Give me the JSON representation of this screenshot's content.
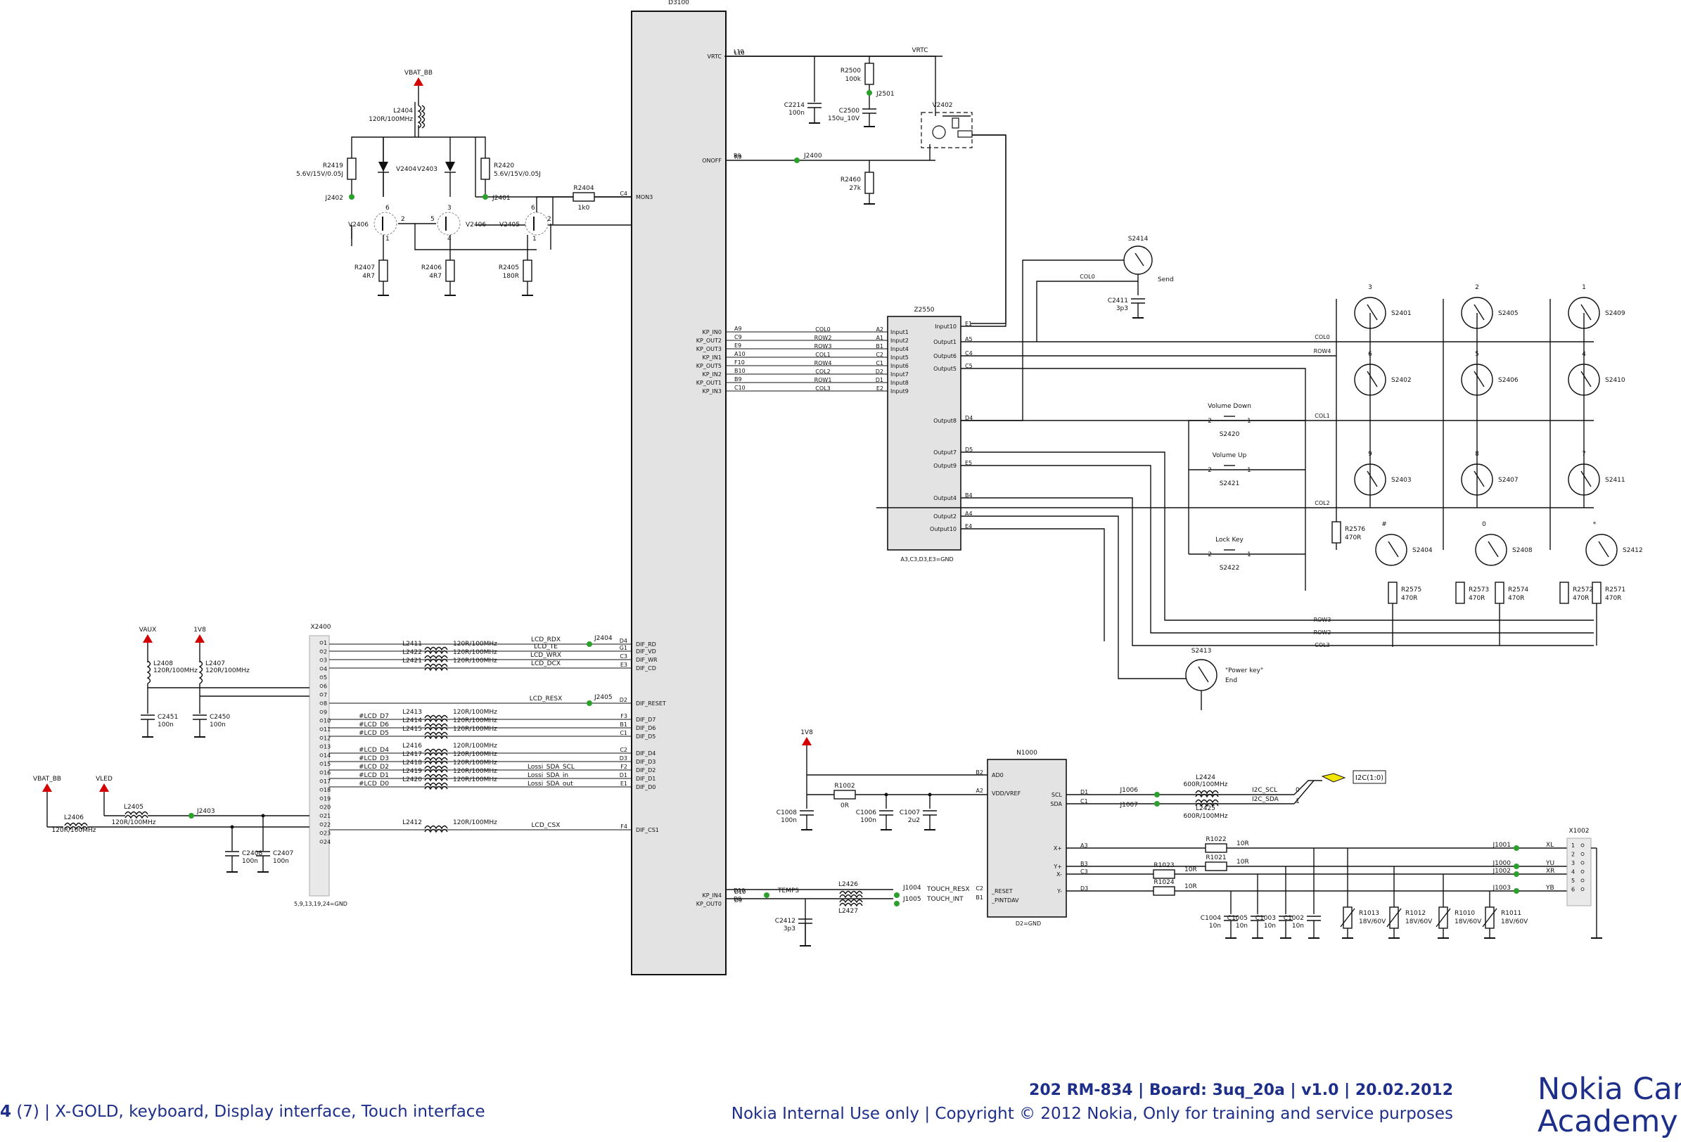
{
  "ic": {
    "d3100": {
      "ref": "D3100",
      "left_pins": [
        {
          "sig": "VRTC",
          "pin": "L10"
        },
        {
          "sig": "ONOFF",
          "pin": "R9"
        },
        {
          "sig": "KP_IN0",
          "pin": "A9"
        },
        {
          "sig": "KP_OUT2",
          "pin": "C9"
        },
        {
          "sig": "KP_OUT3",
          "pin": "E9"
        },
        {
          "sig": "KP_IN1",
          "pin": "A10"
        },
        {
          "sig": "KP_OUT5",
          "pin": "F10"
        },
        {
          "sig": "KP_IN2",
          "pin": "B10"
        },
        {
          "sig": "KP_OUT1",
          "pin": "B9"
        },
        {
          "sig": "KP_IN3",
          "pin": "C10"
        },
        {
          "sig": "KP_IN4",
          "pin": "D10"
        },
        {
          "sig": "KP_OUT0",
          "pin": "D9"
        }
      ],
      "right_pins": [
        {
          "sig": "MON3",
          "pin": "C4"
        },
        {
          "sig": "DIF_RD",
          "pin": "D4"
        },
        {
          "sig": "DIF_VD",
          "pin": "G1"
        },
        {
          "sig": "DIF_WR",
          "pin": "C3"
        },
        {
          "sig": "DIF_CD",
          "pin": "E3"
        },
        {
          "sig": "DIF_RESET",
          "pin": "D2"
        },
        {
          "sig": "DIF_D7",
          "pin": "F3"
        },
        {
          "sig": "DIF_D6",
          "pin": "B1"
        },
        {
          "sig": "DIF_D5",
          "pin": "C1"
        },
        {
          "sig": "DIF_D4",
          "pin": "C2"
        },
        {
          "sig": "DIF_D3",
          "pin": "D3"
        },
        {
          "sig": "DIF_D2",
          "pin": "F2"
        },
        {
          "sig": "DIF_D1",
          "pin": "D1"
        },
        {
          "sig": "DIF_D0",
          "pin": "E1"
        },
        {
          "sig": "DIF_CS1",
          "pin": "F4"
        }
      ]
    },
    "z2550": {
      "ref": "Z2550",
      "note": "A3,C3,D3,E3=GND",
      "inputs": [
        {
          "name": "Input1",
          "pin": "A2",
          "net": "COL0"
        },
        {
          "name": "Input2",
          "pin": "A1",
          "net": "ROW2"
        },
        {
          "name": "Input4",
          "pin": "B1",
          "net": "ROW3"
        },
        {
          "name": "Input5",
          "pin": "C2",
          "net": "COL1"
        },
        {
          "name": "Input6",
          "pin": "C1",
          "net": "ROW4"
        },
        {
          "name": "Input7",
          "pin": "D2",
          "net": "COL2"
        },
        {
          "name": "Input8",
          "pin": "D1",
          "net": "ROW1"
        },
        {
          "name": "Input9",
          "pin": "E2",
          "net": "COL3"
        }
      ],
      "outputs": [
        {
          "name": "Input10",
          "pin": "E1"
        },
        {
          "name": "Output1",
          "pin": "A5"
        },
        {
          "name": "Output6",
          "pin": "C4"
        },
        {
          "name": "Output5",
          "pin": "C5"
        },
        {
          "name": "Output8",
          "pin": "D4"
        },
        {
          "name": "Output7",
          "pin": "D5"
        },
        {
          "name": "Output9",
          "pin": "E5"
        },
        {
          "name": "Output4",
          "pin": "B4"
        },
        {
          "name": "Output2",
          "pin": "A4"
        },
        {
          "name": "Output10",
          "pin": "E4"
        }
      ]
    },
    "n1000": {
      "ref": "N1000",
      "note": "D2=GND",
      "pins": [
        {
          "sig": "AD0",
          "pin": "B2"
        },
        {
          "sig": "VDD/VREF",
          "pin": "A2"
        },
        {
          "sig": "SCL",
          "pin": "D1"
        },
        {
          "sig": "SDA",
          "pin": "C1"
        },
        {
          "sig": "X+",
          "pin": "A3"
        },
        {
          "sig": "Y+",
          "pin": "B3"
        },
        {
          "sig": "X-",
          "pin": "C3"
        },
        {
          "sig": "Y-",
          "pin": "D3"
        },
        {
          "sig": "_RESET",
          "pin": "C2"
        },
        {
          "sig": "_PINTDAV",
          "pin": "B1"
        }
      ]
    },
    "x2400": {
      "ref": "X2400",
      "note": "5,9,13,19,24=GND",
      "pins": [
        "1",
        "2",
        "3",
        "4",
        "5",
        "6",
        "7",
        "8",
        "9",
        "10",
        "11",
        "12",
        "13",
        "14",
        "15",
        "16",
        "17",
        "18",
        "19",
        "20",
        "21",
        "22",
        "23",
        "24"
      ]
    },
    "x1002": {
      "ref": "X1002",
      "pins": [
        "1",
        "2",
        "3",
        "4",
        "5",
        "6"
      ]
    }
  },
  "power": {
    "vbat_bb": "VBAT_BB",
    "vrtc": "VRTC",
    "vaux": "VAUX",
    "v1v8": "1V8",
    "vled": "VLED",
    "i2c_bus": "I2C(1:0)"
  },
  "components": {
    "l2404": {
      "ref": "L2404",
      "val": "120R/100MHz"
    },
    "r2419": {
      "ref": "R2419",
      "val": "5.6V/15V/0.05J"
    },
    "r2420": {
      "ref": "R2420",
      "val": "5.6V/15V/0.05J"
    },
    "v2404": "V2404",
    "v2403": "V2403",
    "v2406a": "V2406",
    "v2406b": "V2406",
    "v2405": "V2405",
    "j2402": "J2402",
    "j2401": "J2401",
    "r2404": {
      "ref": "R2404",
      "val": "1k0"
    },
    "r2407": {
      "ref": "R2407",
      "val": "4R7"
    },
    "r2406": {
      "ref": "R2406",
      "val": "4R7"
    },
    "r2405": {
      "ref": "R2405",
      "val": "180R"
    },
    "r2500": {
      "ref": "R2500",
      "val": "100k"
    },
    "j2501": "J2501",
    "c2214": {
      "ref": "C2214",
      "val": "100n"
    },
    "c2500": {
      "ref": "C2500",
      "val": "150u_10V"
    },
    "v2402": "V2402",
    "j2400": "J2400",
    "r2460": {
      "ref": "R2460",
      "val": "27k"
    },
    "s2414": {
      "ref": "S2414",
      "label": "Send"
    },
    "c2411": {
      "ref": "C2411",
      "val": "3p3"
    },
    "volume_down": {
      "label": "Volume Down",
      "ref": "S2420"
    },
    "volume_up": {
      "label": "Volume Up",
      "ref": "S2421"
    },
    "lock_key": {
      "label": "Lock Key",
      "ref": "S2422"
    },
    "s2413": {
      "ref": "S2413",
      "label1": "\"Power key\"",
      "label2": "End"
    },
    "r2576": {
      "ref": "R2576",
      "val": "470R"
    },
    "r2575": {
      "ref": "R2575",
      "val": "470R"
    },
    "r2573": {
      "ref": "R2573",
      "val": "470R"
    },
    "r2574": {
      "ref": "R2574",
      "val": "470R"
    },
    "r2572": {
      "ref": "R2572",
      "val": "470R"
    },
    "r2571": {
      "ref": "R2571",
      "val": "470R"
    },
    "l2408": {
      "ref": "L2408",
      "val": "120R/100MHz"
    },
    "l2407": {
      "ref": "L2407",
      "val": "120R/100MHz"
    },
    "c2451": {
      "ref": "C2451",
      "val": "100n"
    },
    "c2450": {
      "ref": "C2450",
      "val": "100n"
    },
    "l2405": {
      "ref": "L2405",
      "val": "120R/100MHz"
    },
    "l2406": {
      "ref": "L2406",
      "val": "120R/100MHz"
    },
    "j2403": "J2403",
    "c2408": {
      "ref": "C2408",
      "val": "100n"
    },
    "c2407": {
      "ref": "C2407",
      "val": "100n"
    },
    "j2404": "J2404",
    "j2405": "J2405",
    "r1002": {
      "ref": "R1002",
      "val": "0R"
    },
    "c1008": {
      "ref": "C1008",
      "val": "100n"
    },
    "c1006": {
      "ref": "C1006",
      "val": "100n"
    },
    "c1007": {
      "ref": "C1007",
      "val": "2u2"
    },
    "j1006": "J1006",
    "j1007": "J1007",
    "l2424": {
      "ref": "L2424",
      "val": "600R/100MHz"
    },
    "l2425": {
      "ref": "L2425",
      "val": "600R/100MHz"
    },
    "i2c_scl": "I2C_SCL",
    "i2c_sda": "I2C_SDA",
    "bit0": "0",
    "bit1": "1",
    "temps": "TEMPS",
    "l2426": "L2426",
    "l2427": "L2427",
    "j1004": "J1004",
    "j1005": "J1005",
    "touch_resx": "TOUCH_RESX",
    "touch_int": "TOUCH_INT",
    "c2412": {
      "ref": "C2412",
      "val": "3p3"
    },
    "r1022": {
      "ref": "R1022",
      "val": "10R"
    },
    "r1021": {
      "ref": "R1021",
      "val": "10R"
    },
    "r1023": {
      "ref": "R1023",
      "val": "10R"
    },
    "r1024": {
      "ref": "R1024",
      "val": "10R"
    },
    "j1001": "J1001",
    "j1000": "J1000",
    "j1002": "J1002",
    "j1003": "J1003",
    "xl": "XL",
    "yu": "YU",
    "xr": "XR",
    "yb": "YB",
    "c1004": {
      "ref": "C1004",
      "val": "10n"
    },
    "c1005": {
      "ref": "C1005",
      "val": "10n"
    },
    "c1003": {
      "ref": "C1003",
      "val": "10n"
    },
    "c1002": {
      "ref": "C1002",
      "val": "10n"
    },
    "r1013": {
      "ref": "R1013",
      "val": "18V/60V"
    },
    "r1012": {
      "ref": "R1012",
      "val": "18V/60V"
    },
    "r1010": {
      "ref": "R1010",
      "val": "18V/60V"
    },
    "r1011": {
      "ref": "R1011",
      "val": "18V/60V"
    }
  },
  "keypad": [
    {
      "ref": "S2401",
      "label": "3"
    },
    {
      "ref": "S2405",
      "label": "2"
    },
    {
      "ref": "S2409",
      "label": "1"
    },
    {
      "ref": "S2402",
      "label": "6"
    },
    {
      "ref": "S2406",
      "label": "5"
    },
    {
      "ref": "S2410",
      "label": "4"
    },
    {
      "ref": "S2403",
      "label": "9"
    },
    {
      "ref": "S2407",
      "label": "8"
    },
    {
      "ref": "S2411",
      "label": "7"
    },
    {
      "ref": "S2404",
      "label": "#"
    },
    {
      "ref": "S2408",
      "label": "0"
    },
    {
      "ref": "S2412",
      "label": "*"
    }
  ],
  "nets": {
    "col0": "COL0",
    "col1": "COL1",
    "col2": "COL2",
    "col3": "COL3",
    "row1": "ROW1",
    "row2": "ROW2",
    "row3": "ROW3",
    "row4": "ROW4"
  },
  "lcd_lines": [
    {
      "net": "LCD_RDX",
      "ind": "",
      "val": ""
    },
    {
      "net": "LCD_TE",
      "ind": "L2411",
      "val": "120R/100MHz"
    },
    {
      "net": "LCD_WRX",
      "ind": "L2422",
      "val": "120R/100MHz"
    },
    {
      "net": "LCD_DCX",
      "ind": "L2421",
      "val": "120R/100MHz"
    },
    {
      "net": "LCD_RESX",
      "ind": "",
      "val": ""
    },
    {
      "net": "#LCD_D7",
      "ind": "L2413",
      "val": "120R/100MHz",
      "sig": ""
    },
    {
      "net": "#LCD_D6",
      "ind": "L2414",
      "val": "120R/100MHz",
      "sig": ""
    },
    {
      "net": "#LCD_D5",
      "ind": "L2415",
      "val": "120R/100MHz",
      "sig": ""
    },
    {
      "net": "#LCD_D4",
      "ind": "L2416",
      "val": "120R/100MHz",
      "sig": ""
    },
    {
      "net": "#LCD_D3",
      "ind": "L2417",
      "val": "120R/100MHz",
      "sig": ""
    },
    {
      "net": "#LCD_D2",
      "ind": "L2418",
      "val": "120R/100MHz",
      "sig": "Lossi_SDA_SCL"
    },
    {
      "net": "#LCD_D1",
      "ind": "L2419",
      "val": "120R/100MHz",
      "sig": "Lossi_SDA_in"
    },
    {
      "net": "#LCD_D0",
      "ind": "L2420",
      "val": "120R/100MHz",
      "sig": "Lossi_SDA_out"
    },
    {
      "net": "LCD_CSX",
      "ind": "L2412",
      "val": "120R/100MHz"
    }
  ],
  "footer": {
    "page_num": "4",
    "page_rest": " (7)  |  X-GOLD, keyboard, Display interface, Touch interface",
    "board_line": "202 RM-834  |  Board: 3uq_20a  |  v1.0  |  20.02.2012",
    "usage_line": "Nokia Internal Use only  |  Copyright © 2012 Nokia, Only for training and service purposes",
    "logo_line1": "Nokia Care",
    "logo_line2": "Academy"
  },
  "colors": {
    "ink": "#111111",
    "ic_fill": "#e3e3e3",
    "junction": "#2ca02c",
    "power_arrow": "#d40000",
    "bus_flag": "#f2e600",
    "footer": "#1e2f8a"
  }
}
